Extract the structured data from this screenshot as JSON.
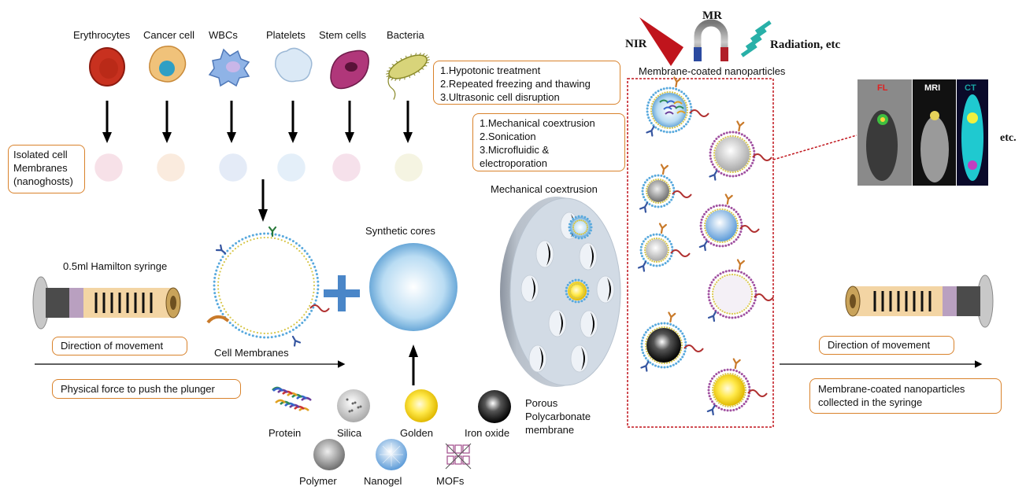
{
  "cell_sources": [
    {
      "label": "Erythrocytes",
      "fill": "#c8311f",
      "edge": "#8e1b10"
    },
    {
      "label": "Cancer cell",
      "fill": "#f0c27a",
      "edge": "#c98a3a"
    },
    {
      "label": "WBCs",
      "fill": "#8fb3e6",
      "edge": "#4f78b8"
    },
    {
      "label": "Platelets",
      "fill": "#dbe9f6",
      "edge": "#9db9d6"
    },
    {
      "label": "Stem cells",
      "fill": "#b0377a",
      "edge": "#6e1b4a"
    },
    {
      "label": "Bacteria",
      "fill": "#d8d47a",
      "edge": "#8a8a2a"
    }
  ],
  "ghost_colors": [
    "#f2c9d6",
    "#f7dcc4",
    "#cfdcf2",
    "#cfe3f5",
    "#efc9dc",
    "#eeeccb"
  ],
  "isolated_box": {
    "lines": [
      "Isolated cell",
      "Membranes",
      "(nanoghosts)"
    ]
  },
  "disruption_box": {
    "lines": [
      "1.Hypotonic treatment",
      "2.Repeated freezing and thawing",
      "3.Ultrasonic cell disruption"
    ]
  },
  "coating_box": {
    "lines": [
      "1.Mechanical coextrusion",
      "2.Sonication",
      "3.Microfluidic &",
      "electroporation"
    ]
  },
  "labels": {
    "syringe_left": "0.5ml Hamilton syringe",
    "cell_membranes": "Cell Membranes",
    "synthetic_cores": "Synthetic cores",
    "mechanical_coextrusion": "Mechanical coextrusion",
    "membrane_label": [
      "Porous",
      "Polycarbonate",
      "membrane"
    ],
    "membrane_coated_title": "Membrane-coated nanoparticles",
    "nir": "NIR",
    "mr": "MR",
    "radiation": "Radiation, etc",
    "etc": "etc."
  },
  "left_boxes": {
    "direction": "Direction of movement",
    "physical_force": "Physical force to push the plunger"
  },
  "right_boxes": {
    "direction": "Direction of movement",
    "collected": [
      "Membrane-coated nanoparticles",
      "collected in the syringe"
    ]
  },
  "cores": [
    {
      "label": "Protein",
      "kind": "protein"
    },
    {
      "label": "Silica",
      "kind": "silica"
    },
    {
      "label": "Golden",
      "kind": "gold"
    },
    {
      "label": "Iron oxide",
      "kind": "iron"
    },
    {
      "label": "Polymer",
      "kind": "polymer"
    },
    {
      "label": "Nanogel",
      "kind": "nanogel"
    },
    {
      "label": "MOFs",
      "kind": "mof"
    }
  ],
  "imaging": [
    {
      "label": "FL",
      "color": "#e02020"
    },
    {
      "label": "MRI",
      "color": "#ffffff"
    },
    {
      "label": "CT",
      "color": "#1aa5a5"
    }
  ],
  "colors": {
    "box_border": "#d9822b",
    "dotted_border": "#c0141c",
    "plus": "#4a86c8"
  }
}
